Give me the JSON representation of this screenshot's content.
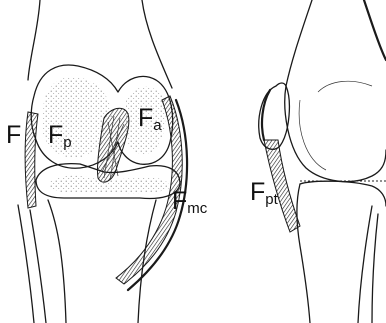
{
  "figure": {
    "left_view": "anterior-view-knee",
    "right_view": "lateral-view-knee"
  },
  "labels": {
    "f_left": {
      "main": "F",
      "sub": ""
    },
    "f_p": {
      "main": "F",
      "sub": "p"
    },
    "f_a": {
      "main": "F",
      "sub": "a"
    },
    "f_mc": {
      "main": "F",
      "sub": "mc"
    },
    "f_pt": {
      "main": "F",
      "sub": "pt"
    }
  },
  "colors": {
    "ink": "#1a1a1a",
    "stipple": "#555555",
    "background": "#ffffff"
  }
}
